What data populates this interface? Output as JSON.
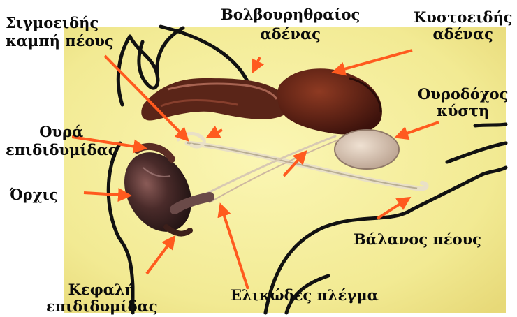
{
  "labels": {
    "sigmoid_flexure": [
      "Σιγμοειδής",
      "καμπή πέους"
    ],
    "bulbourethral_gland": [
      "Βολβουρηθραίος",
      "αδένας"
    ],
    "vesicular_gland": [
      "Κυστοειδής",
      "αδένας"
    ],
    "urinary_bladder": [
      "Ουροδόχος",
      "κύστη"
    ],
    "epididymis_tail": [
      "Ουρά",
      "επιδιδυμίδας"
    ],
    "testis": "Όρχις",
    "glans_penis": "Βάλανος πέους",
    "epididymis_head": [
      "Κεφαλή",
      "επιδιδυμίδας"
    ],
    "pampiniform_plexus": "Ελικώδες πλέγμα"
  },
  "colors": {
    "arrow": "#ff5a1e",
    "background_photo": "#f4ee9c",
    "organ_dark": "#4a1a12",
    "testis": "#3a2420",
    "bladder": "#d9c4b2",
    "outline": "#111111"
  }
}
